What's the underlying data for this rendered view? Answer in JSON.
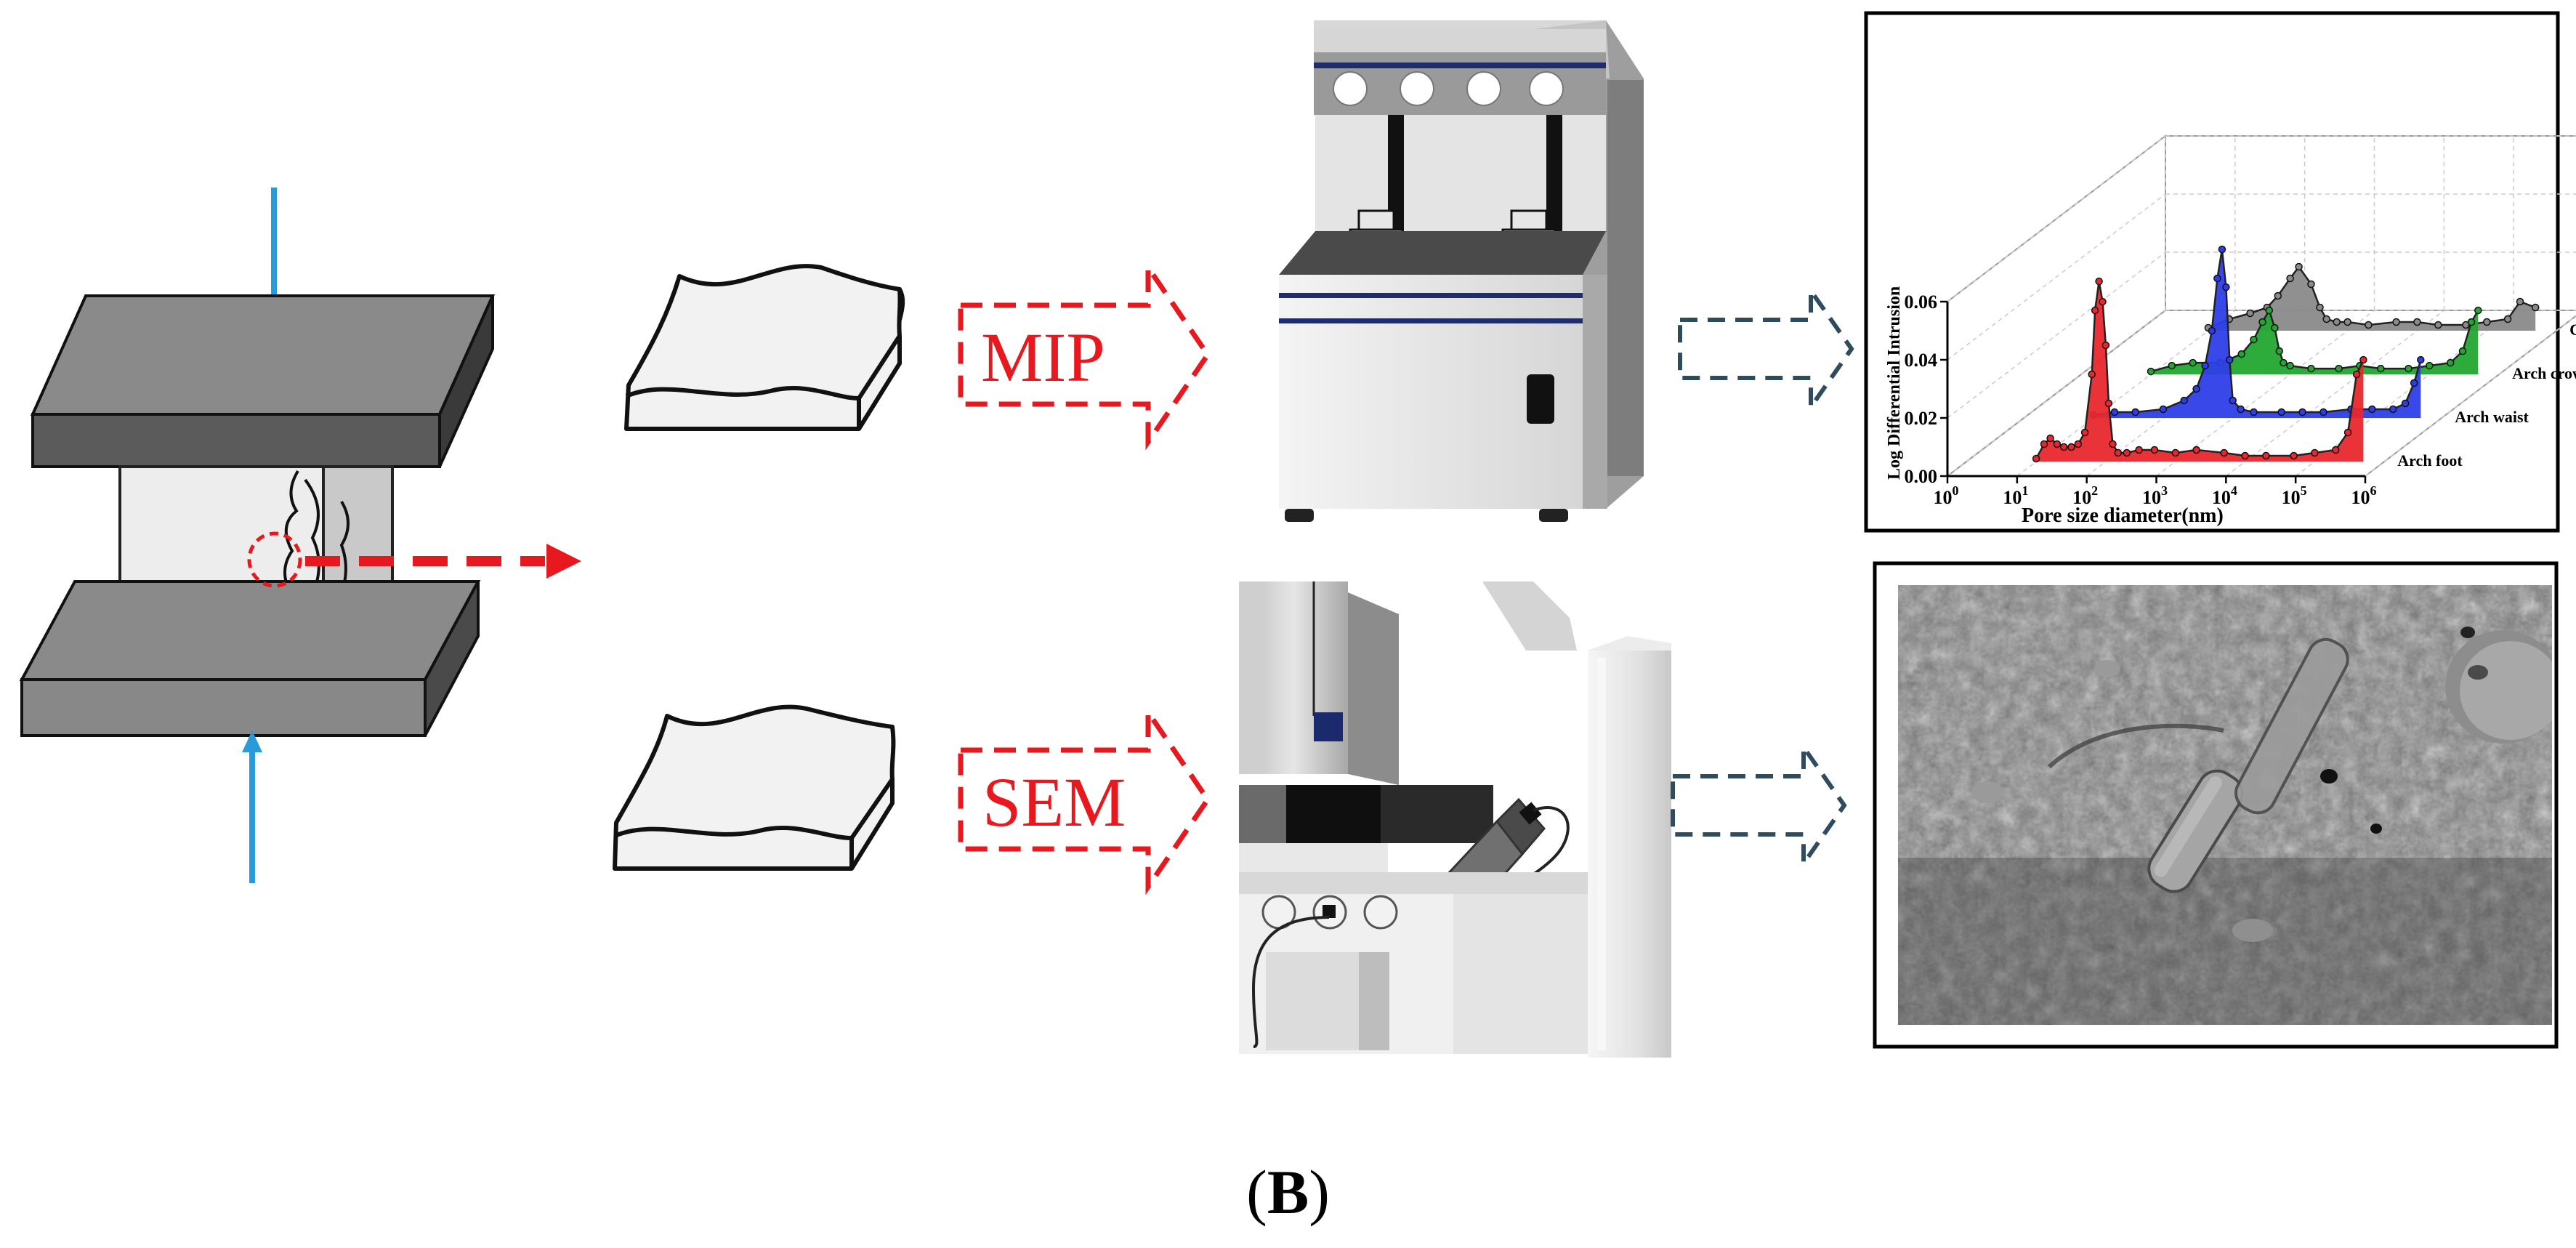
{
  "steps": {
    "mip_label": "MIP",
    "sem_label": "SEM"
  },
  "caption": {
    "open": "(",
    "letter": "B",
    "close": ")"
  },
  "colors": {
    "load_arrow": "#2a9ad8",
    "cut_line": "#e8191e",
    "step_arrow": "#e8191e",
    "result_arrow": "#2f4c5f",
    "platen": "#5b5b5b",
    "specimen": "#ededed"
  },
  "icons": {
    "press": "compression-press-icon",
    "sample": "fracture-fragment-icon",
    "mip_machine": "porosimeter-icon",
    "sem_machine": "electron-microscope-icon",
    "micrograph": "sem-micrograph"
  },
  "chart_data": {
    "type": "line",
    "style": "3d-waterfall-area",
    "xlabel": "Pore size diameter(nm)",
    "ylabel": "Log Differential Intrusion",
    "x_scale": "log",
    "xlim": [
      1,
      1000000
    ],
    "ylim": [
      0,
      0.06
    ],
    "x_ticks": [
      {
        "base": "10",
        "exp": "0"
      },
      {
        "base": "10",
        "exp": "1"
      },
      {
        "base": "10",
        "exp": "2"
      },
      {
        "base": "10",
        "exp": "3"
      },
      {
        "base": "10",
        "exp": "4"
      },
      {
        "base": "10",
        "exp": "5"
      },
      {
        "base": "10",
        "exp": "6"
      }
    ],
    "y_ticks": [
      "0.00",
      "0.02",
      "0.04",
      "0.06"
    ],
    "grid": true,
    "series": [
      {
        "name": "Arch foot",
        "color": "#e8282d",
        "x": [
          10,
          13,
          16,
          20,
          25,
          32,
          40,
          50,
          63,
          70,
          80,
          90,
          100,
          110,
          126,
          150,
          200,
          300,
          500,
          1000,
          2000,
          5000,
          10000,
          20000,
          50000,
          100000,
          200000,
          300000,
          400000,
          500000
        ],
        "y": [
          0.001,
          0.006,
          0.008,
          0.006,
          0.005,
          0.005,
          0.006,
          0.01,
          0.03,
          0.052,
          0.062,
          0.055,
          0.04,
          0.02,
          0.006,
          0.003,
          0.003,
          0.004,
          0.004,
          0.003,
          0.004,
          0.003,
          0.002,
          0.002,
          0.002,
          0.003,
          0.004,
          0.01,
          0.03,
          0.035
        ]
      },
      {
        "name": "Arch waist",
        "color": "#2d3ee8",
        "x": [
          10,
          20,
          40,
          100,
          200,
          300,
          400,
          500,
          600,
          700,
          800,
          900,
          1000,
          1300,
          2000,
          5000,
          10000,
          20000,
          50000,
          100000,
          200000,
          300000,
          400000,
          500000
        ],
        "y": [
          0.001,
          0.002,
          0.002,
          0.003,
          0.006,
          0.01,
          0.018,
          0.03,
          0.048,
          0.058,
          0.045,
          0.02,
          0.006,
          0.003,
          0.002,
          0.002,
          0.002,
          0.002,
          0.003,
          0.003,
          0.003,
          0.005,
          0.012,
          0.02
        ]
      },
      {
        "name": "Arch crown",
        "color": "#22a832",
        "x": [
          10,
          20,
          40,
          100,
          200,
          300,
          400,
          500,
          600,
          700,
          800,
          1000,
          2000,
          5000,
          10000,
          20000,
          50000,
          100000,
          200000,
          300000,
          400000,
          500000
        ],
        "y": [
          0.001,
          0.003,
          0.004,
          0.004,
          0.007,
          0.012,
          0.018,
          0.022,
          0.016,
          0.008,
          0.004,
          0.003,
          0.002,
          0.002,
          0.003,
          0.002,
          0.002,
          0.003,
          0.004,
          0.008,
          0.018,
          0.022
        ]
      },
      {
        "name": "Cast UHPC",
        "color": "#8a8a8a",
        "x": [
          10,
          20,
          40,
          70,
          100,
          150,
          200,
          300,
          400,
          500,
          700,
          1000,
          2000,
          5000,
          10000,
          20000,
          50000,
          100000,
          200000,
          300000,
          500000
        ],
        "y": [
          0.001,
          0.004,
          0.006,
          0.008,
          0.012,
          0.018,
          0.022,
          0.016,
          0.008,
          0.004,
          0.003,
          0.003,
          0.002,
          0.003,
          0.003,
          0.002,
          0.002,
          0.003,
          0.004,
          0.01,
          0.008
        ]
      }
    ]
  }
}
